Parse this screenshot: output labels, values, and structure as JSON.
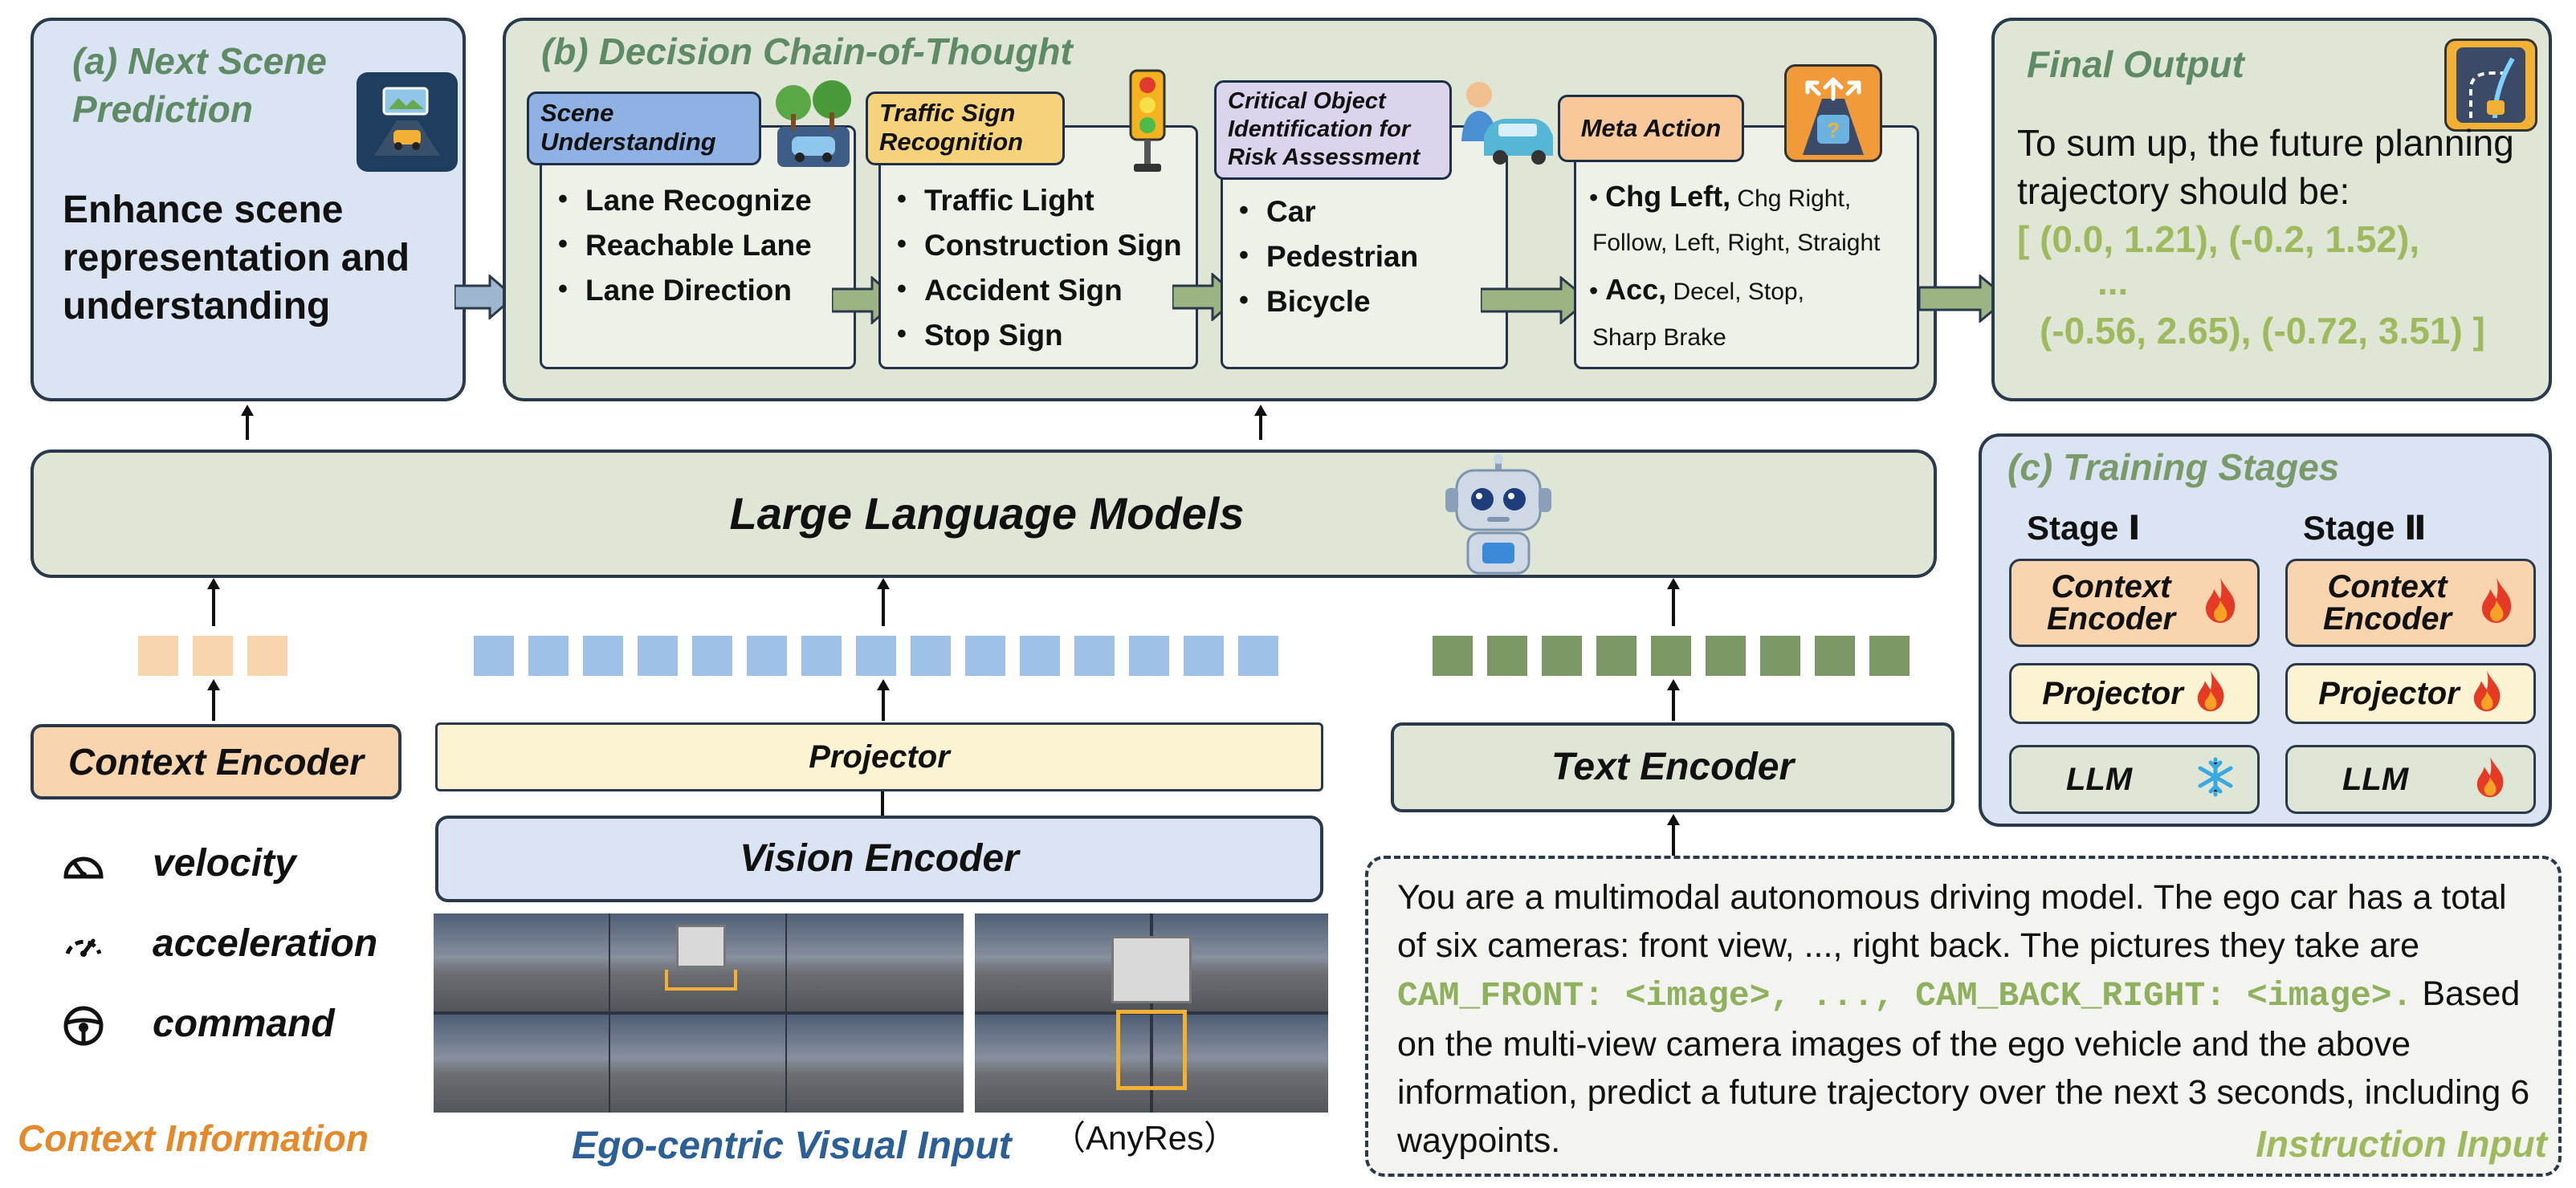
{
  "colors": {
    "panel_blue": "#dbe4f3",
    "panel_green": "#dfe6d6",
    "title_green": "#5e8a66",
    "output_green": "#9fba5e",
    "context_orange": "#e58a2b",
    "ego_blue": "#2d5f97",
    "square_orange": "#f8d5ae",
    "square_blue": "#9fc1e8",
    "square_green": "#7a9765"
  },
  "panel_a": {
    "title": "(a) Next Scene Prediction",
    "body": "Enhance scene representation and understanding",
    "icon": "car-road-map-icon"
  },
  "panel_b": {
    "title": "(b) Decision Chain-of-Thought",
    "steps": [
      {
        "label": "Scene Understanding",
        "icon": "tree-car-icon",
        "items": [
          "Lane Recognize",
          "Reachable Lane",
          "Lane Direction"
        ]
      },
      {
        "label": "Traffic Sign Recognition",
        "icon": "traffic-light-icon",
        "items": [
          "Traffic Light",
          "Construction Sign",
          "Accident Sign",
          "Stop Sign"
        ]
      },
      {
        "label": "Critical Object Identification for Risk Assessment",
        "icon": "pedestrian-car-icon",
        "items": [
          "Car",
          "Pedestrian",
          "Bicycle"
        ]
      },
      {
        "label": "Meta Action",
        "icon": "road-question-icon",
        "line1_bold": "Chg Left,",
        "line1_rest": "Chg Right,",
        "line2": "Follow, Left, Right, Straight",
        "line3_bold": "Acc,",
        "line3_rest": "Decel, Stop,",
        "line4": "Sharp Brake"
      }
    ]
  },
  "final_output": {
    "title": "Final Output",
    "text": "To sum up, the future planning trajectory should be:",
    "traj_line1": "[ (0.0, 1.21), (-0.2, 1.52),",
    "traj_ellipsis": "...",
    "traj_line2": "(-0.56, 2.65), (-0.72, 3.51) ]",
    "icon": "road-turn-icon"
  },
  "llm": {
    "label": "Large Language Models",
    "icon": "robot-icon"
  },
  "training": {
    "title": "(c) Training Stages",
    "stage1": "Stage Ⅰ",
    "stage2": "Stage Ⅱ",
    "context_encoder": "Context Encoder",
    "projector": "Projector",
    "llm": "LLM"
  },
  "encoders": {
    "context": "Context Encoder",
    "projector": "Projector",
    "vision": "Vision Encoder",
    "text": "Text Encoder"
  },
  "context_info": {
    "items": [
      {
        "label": "velocity",
        "icon": "speedometer-icon"
      },
      {
        "label": "acceleration",
        "icon": "acceleration-gauge-icon"
      },
      {
        "label": "command",
        "icon": "steering-wheel-icon"
      }
    ],
    "caption": "Context Information"
  },
  "visual_input": {
    "caption": "Ego-centric Visual Input",
    "anyres": "（AnyRes）"
  },
  "instruction": {
    "part1": "You are a multimodal autonomous driving model. The ego car has a total of six cameras: front view, ..., right back. The pictures they take are ",
    "highlight": "CAM_FRONT: <image>, ..., CAM_BACK_RIGHT: <image>.",
    "part2": " Based on the multi-view camera images of the ego vehicle and the above information, predict a future trajectory over the next 3 seconds, including 6 waypoints.",
    "caption": "Instruction Input"
  }
}
